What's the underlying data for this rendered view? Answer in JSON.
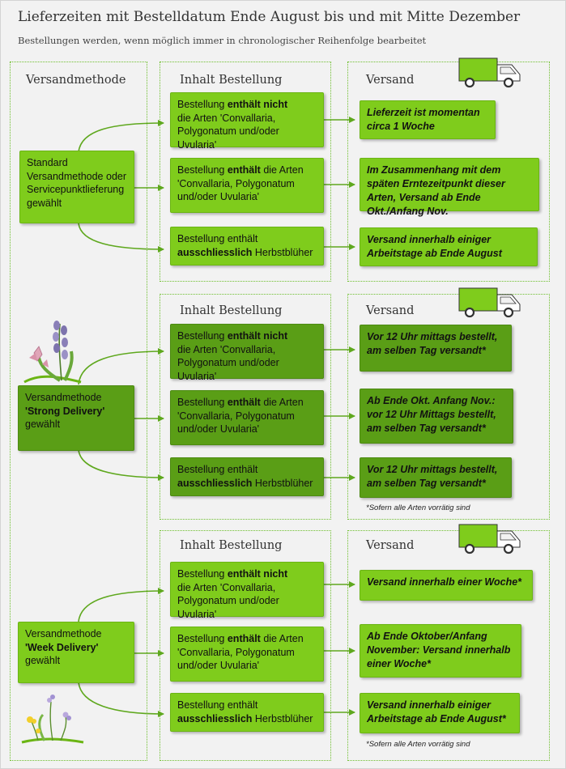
{
  "header": {
    "title": "Lieferzeiten mit Bestelldatum Ende August bis und mit Mitte Dezember",
    "subtitle": "Bestellungen werden, wenn möglich immer in chronologischer Reihenfolge bearbeitet"
  },
  "labels": {
    "method_panel": "Versandmethode",
    "content_panel": "Inhalt Bestellung",
    "shipping_panel": "Versand"
  },
  "content_boxes": {
    "not_contains": {
      "p1": "Bestellung ",
      "bold": "enthält nicht",
      "p2": "die Arten 'Convallaria, Polygonatum und/oder Uvularia'"
    },
    "contains": {
      "p1": "Bestellung ",
      "bold": "enthält",
      "p2": " die Arten 'Convallaria, Polygonatum und/oder Uvularia'"
    },
    "only_autumn": {
      "p1": "Bestellung enthält",
      "bold": "ausschliesslich",
      "p2": " Herbstblüher"
    }
  },
  "section1": {
    "method": "Standard Versandmethode oder Servicepunktlieferung gewählt",
    "ship1": "Lieferzeit ist momentan circa 1 Woche",
    "ship2": "Im Zusammenhang mit dem späten Erntezeitpunkt dieser Arten, Versand ab Ende Okt./Anfang Nov.",
    "ship3": "Versand innerhalb einiger Arbeitstage ab Ende August"
  },
  "section2": {
    "method_p1": "Versandmethode",
    "method_bold": "'Strong Delivery'",
    "method_p2": "gewählt",
    "ship1": "Vor 12 Uhr mittags bestellt, am selben Tag versandt*",
    "ship2": "Ab Ende Okt. Anfang Nov.: vor 12 Uhr Mittags bestellt, am selben Tag versandt*",
    "ship3": "Vor 12 Uhr mittags bestellt, am selben Tag versandt*",
    "note": "*Sofern alle Arten vorrätig sind"
  },
  "section3": {
    "method_p1": "Versandmethode",
    "method_bold": "'Week Delivery'",
    "method_p2": "gewählt",
    "ship1": "Versand innerhalb einer Woche*",
    "ship2": "Ab Ende Oktober/Anfang November: Versand innerhalb einer Woche*",
    "ship3": "Versand innerhalb einiger Arbeitstage ab Ende August*",
    "note": "*Sofern alle Arten vorrätig sind"
  },
  "icons": [
    "truck-icon",
    "bluebell-flower-icon",
    "wildflower-icon"
  ],
  "colors": {
    "light_green": "#7fcc1c",
    "dark_green": "#5a9e16",
    "arrow": "#5fa81e",
    "dotted_border": "#6fbf2f"
  }
}
